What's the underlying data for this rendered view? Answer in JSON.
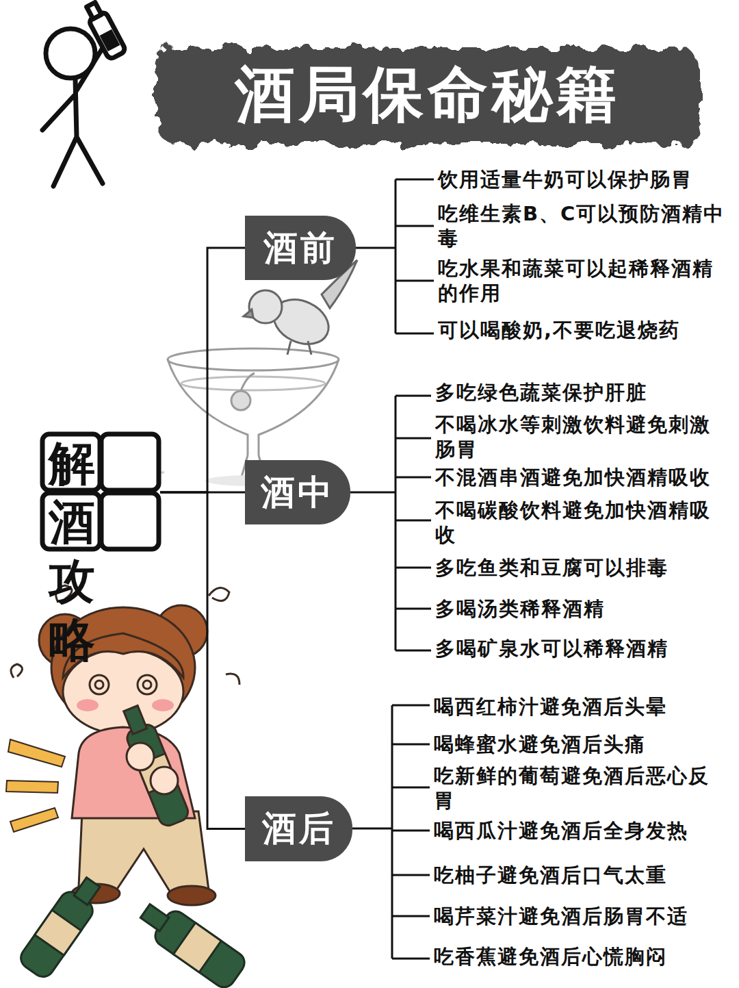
{
  "diagram": {
    "title": "酒局保命秘籍",
    "nodes": [
      {
        "text": [
          "解酒攻略"
        ]
      },
      {
        "text": [
          "酒前"
        ]
      },
      {
        "text": [
          "酒中"
        ]
      },
      {
        "text": [
          "酒后"
        ]
      }
    ],
    "edges": [
      {
        "from": 0,
        "to": 1,
        "arrow": "none"
      },
      {
        "from": 0,
        "to": 2,
        "arrow": "none"
      },
      {
        "from": 0,
        "to": 3,
        "arrow": "none"
      }
    ],
    "labels": [
      "饮用适量牛奶可以保护肠胃",
      "吃维生素B、C可以预防酒精中毒",
      "吃水果和蔬菜可以起稀释酒精的作用",
      "可以喝酸奶,不要吃退烧药",
      "多吃绿色蔬菜保护肝脏",
      "不喝冰水等刺激饮料避免刺激肠胃",
      "不混酒串酒避免加快酒精吸收",
      "不喝碳酸饮料避免加快酒精吸收",
      "多吃鱼类和豆腐可以排毒",
      "多喝汤类稀释酒精",
      "多喝矿泉水可以稀释酒精",
      "喝西红柿汁避免酒后头晕",
      "喝蜂蜜水避免酒后头痛",
      "吃新鲜的葡萄避免酒后恶心反胃",
      "喝西瓜汁避免酒后全身发热",
      "吃柚子避免酒后口气太重",
      "喝芹菜汁避免酒后肠胃不适",
      "吃香蕉避免酒后心慌胸闷"
    ]
  }
}
